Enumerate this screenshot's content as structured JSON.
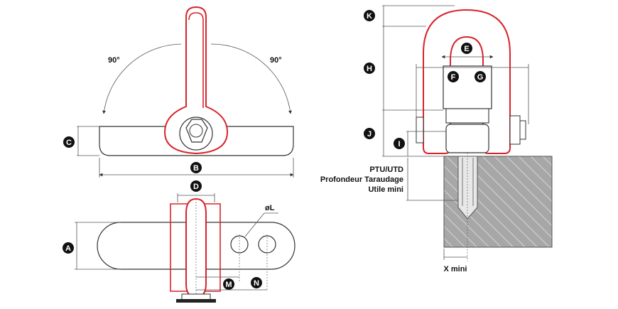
{
  "colors": {
    "accent_red": "#d8232a",
    "badge": "#111111",
    "block": "#a7a7a7"
  },
  "angles": {
    "left": "90°",
    "right": "90°"
  },
  "dimension_labels": {
    "a": "A",
    "b": "B",
    "c": "C",
    "d": "D",
    "e": "E",
    "f": "F",
    "g": "G",
    "h": "H",
    "i": "I",
    "j": "J",
    "k": "K",
    "m": "M",
    "n": "N"
  },
  "hole_label": "øL",
  "thread_depth": {
    "line1": "PTU/UTD",
    "line2": "Profondeur Taraudage",
    "line3": "Utile mini"
  },
  "x_mini": "X mini"
}
